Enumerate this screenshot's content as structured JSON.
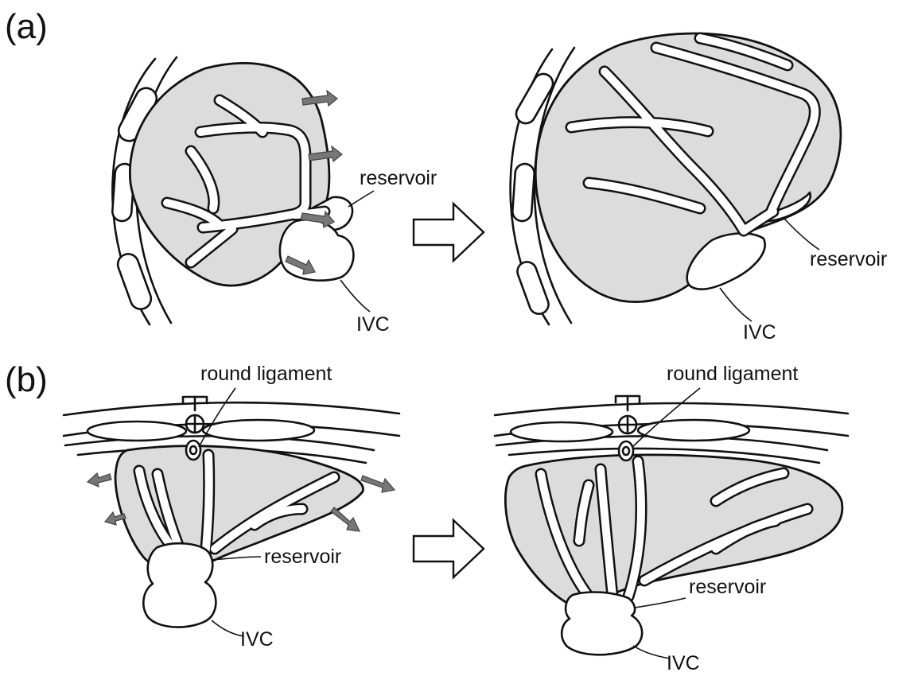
{
  "panels": {
    "a": {
      "label": "(a)",
      "left": {
        "reservoir_label": "reservoir",
        "ivc_label": "IVC"
      },
      "right": {
        "reservoir_label": "reservoir",
        "ivc_label": "IVC"
      }
    },
    "b": {
      "label": "(b)",
      "left": {
        "ligament_label": "round ligament",
        "reservoir_label": "reservoir",
        "ivc_label": "IVC"
      },
      "right": {
        "ligament_label": "round ligament",
        "reservoir_label": "reservoir",
        "ivc_label": "IVC"
      }
    }
  },
  "colors": {
    "organ_fill": "#dcdcdc",
    "growth_arrow": "#777777",
    "ink": "#111111"
  }
}
